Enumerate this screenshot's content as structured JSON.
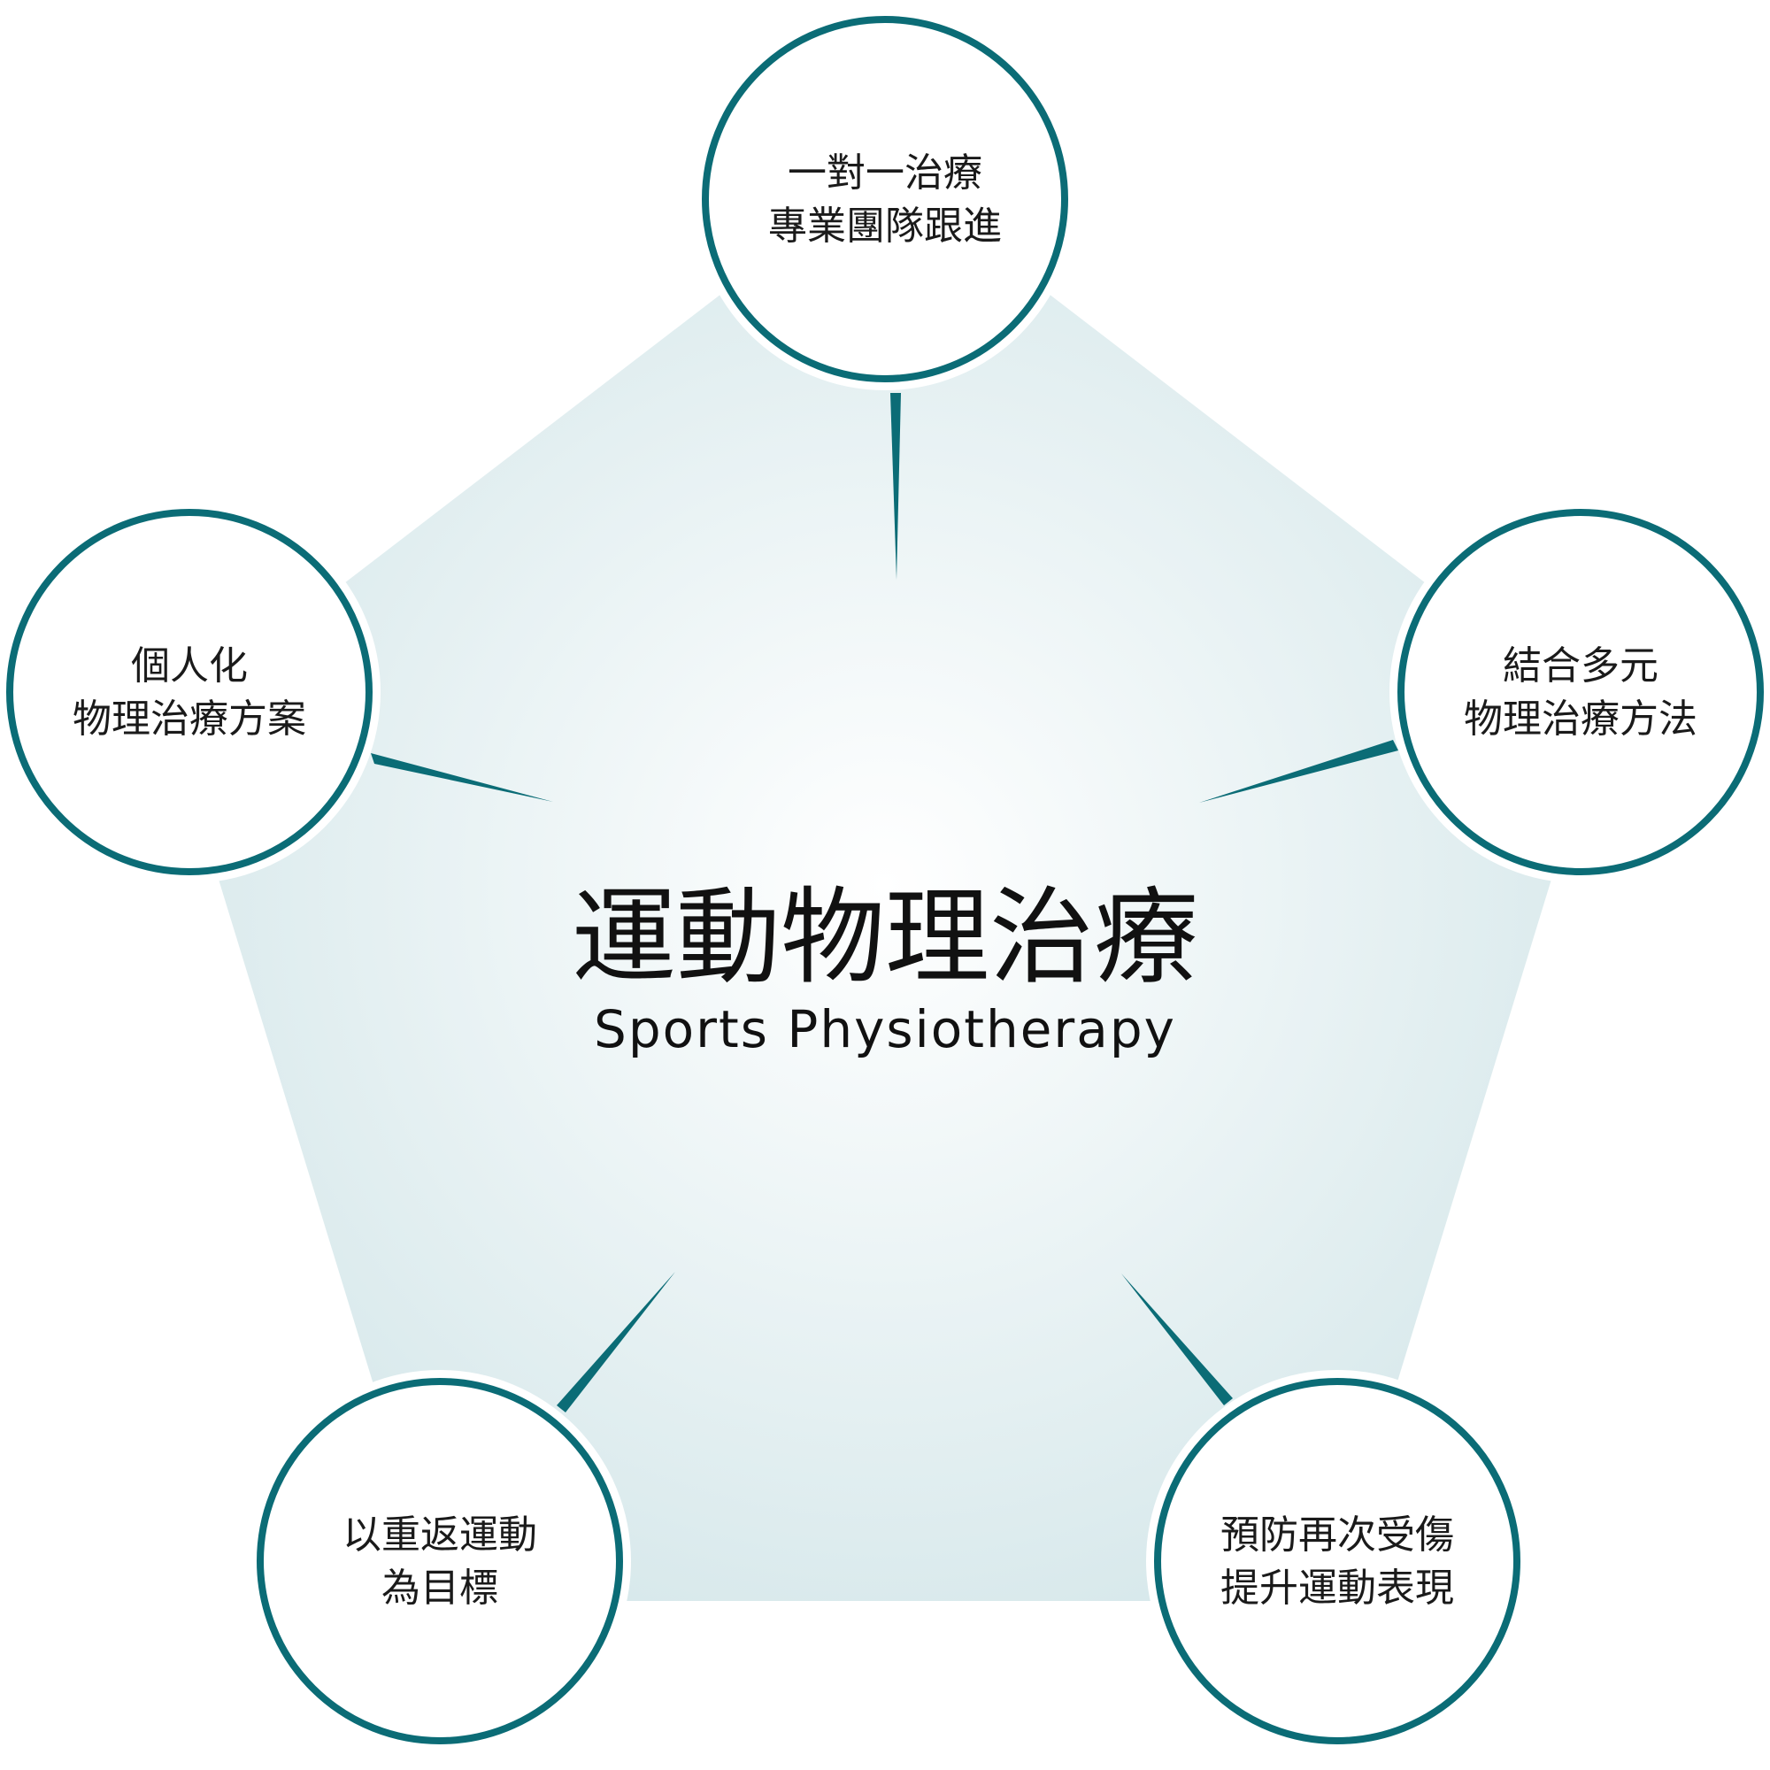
{
  "center": {
    "title": "運動物理治療",
    "subtitle": "Sports Physiotherapy"
  },
  "nodes": [
    {
      "lines": [
        "一對一治療",
        "專業團隊跟進"
      ]
    },
    {
      "lines": [
        "結合多元",
        "物理治療方法"
      ]
    },
    {
      "lines": [
        "預防再次受傷",
        "提升運動表現"
      ]
    },
    {
      "lines": [
        "以重返運動",
        "為目標"
      ]
    },
    {
      "lines": [
        "個人化",
        "物理治療方案"
      ]
    }
  ],
  "colors": {
    "accent": "#0b6c76",
    "pentagon_edge": "#d3e6e9",
    "pentagon_center": "#ffffff"
  }
}
